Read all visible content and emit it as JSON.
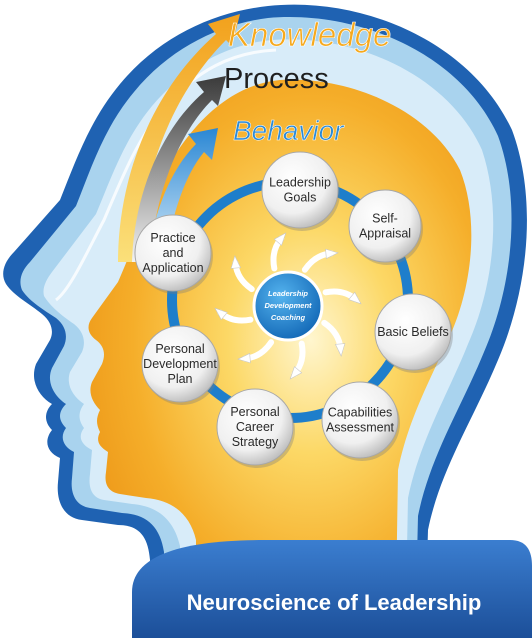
{
  "layers": {
    "knowledge": "Knowledge",
    "process": "Process",
    "behavior": "Behavior"
  },
  "hub": {
    "line1": "Leadership",
    "line2": "Development",
    "line3": "Coaching"
  },
  "cycle_nodes": [
    {
      "id": "leadership-goals",
      "lines": [
        "Leadership",
        "Goals"
      ]
    },
    {
      "id": "self-appraisal",
      "lines": [
        "Self-",
        "Appraisal"
      ]
    },
    {
      "id": "basic-beliefs",
      "lines": [
        "Basic Beliefs"
      ]
    },
    {
      "id": "capabilities-assessment",
      "lines": [
        "Capabilities",
        "Assessment"
      ]
    },
    {
      "id": "personal-career-strategy",
      "lines": [
        "Personal",
        "Career",
        "Strategy"
      ]
    },
    {
      "id": "personal-development-plan",
      "lines": [
        "Personal",
        "Development",
        "Plan"
      ]
    },
    {
      "id": "practice-and-application",
      "lines": [
        "Practice",
        "and",
        "Application"
      ]
    }
  ],
  "banner": {
    "title": "Neuroscience of Leadership"
  },
  "colors": {
    "outer_blue": "#1d5fae",
    "light_blue": "#a9d2ec",
    "pale_blue": "#d9ecf8",
    "orange": "#f2a31f",
    "yellow": "#fbd45c",
    "ring_blue": "#1e7ecb",
    "knowledge_text": "#f6a91e",
    "behavior_text": "#2c8bd6",
    "banner_fill": "#2563b0"
  }
}
